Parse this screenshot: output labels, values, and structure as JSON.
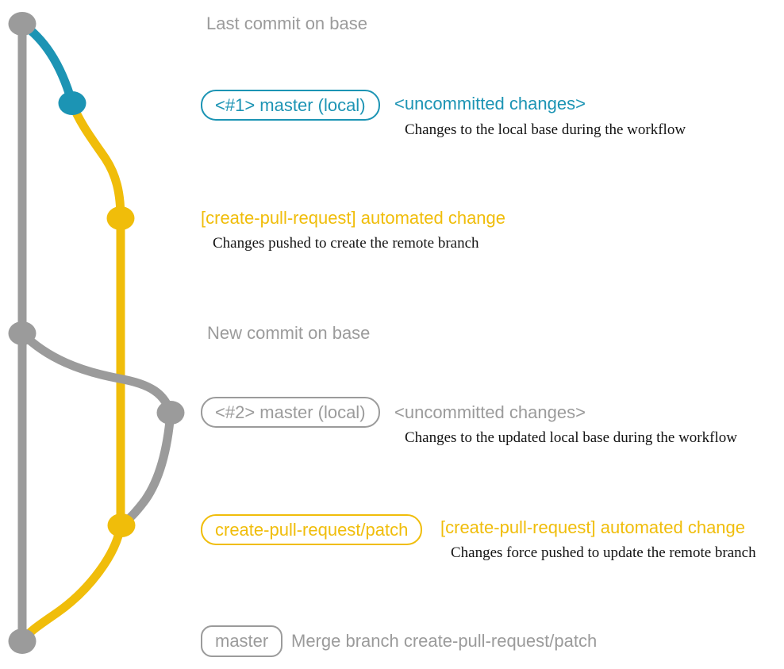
{
  "colors": {
    "gray": "#9b9b9b",
    "blue": "#1c94b4",
    "yellow": "#f0bd0a",
    "ink": "#141414",
    "background": "#ffffff"
  },
  "rows": {
    "row1": {
      "label": "Last commit on base"
    },
    "row2": {
      "badge": "<#1> master (local)",
      "title": "<uncommitted changes>",
      "caption": "Changes to the local base during the workflow"
    },
    "row3": {
      "title": "[create-pull-request] automated change",
      "caption": "Changes pushed to create the remote branch"
    },
    "row4": {
      "label": "New commit on base"
    },
    "row5": {
      "badge": "<#2> master (local)",
      "title": "<uncommitted changes>",
      "caption": "Changes to the updated local base during the workflow"
    },
    "row6": {
      "badge": "create-pull-request/patch",
      "title": "[create-pull-request] automated change",
      "caption": "Changes force pushed to update the remote branch"
    },
    "row7": {
      "badge": "master",
      "label": "Merge branch create-pull-request/patch"
    }
  }
}
